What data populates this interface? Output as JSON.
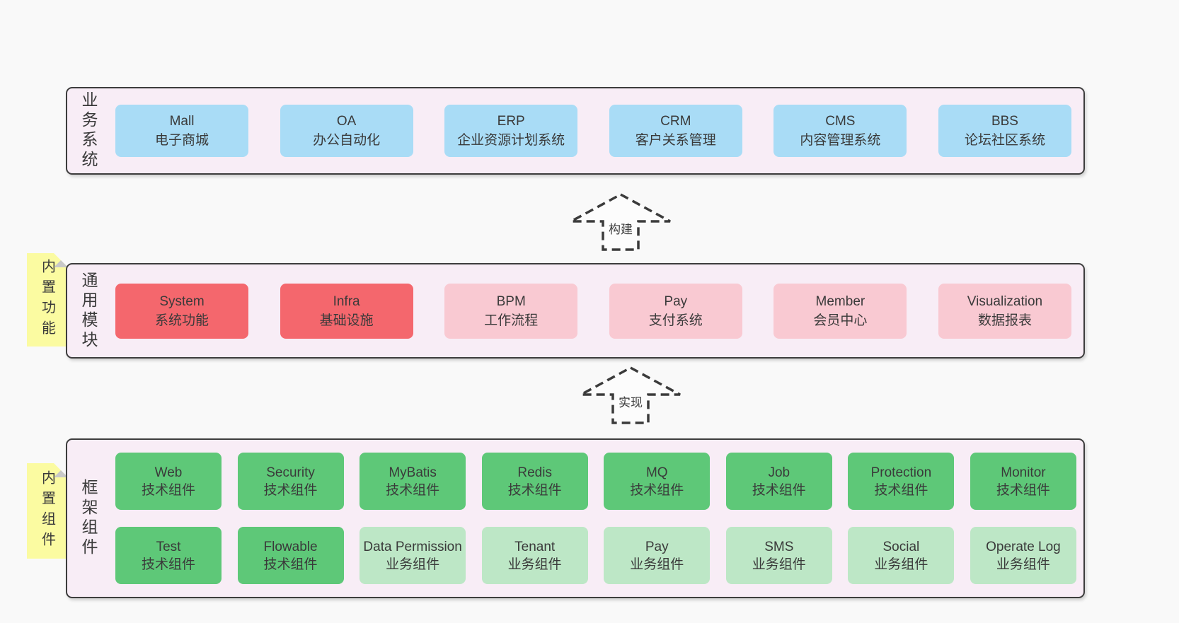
{
  "colors": {
    "page_bg": "#f9f9f9",
    "panel_bg": "#f8edf6",
    "panel_border": "#3d3d3d",
    "blue_box": "#a9dcf6",
    "red_box": "#f4676d",
    "pink_box": "#f9c9d2",
    "green_box": "#5ec878",
    "light_green_box": "#bde7c6",
    "note_bg": "#fbfba1",
    "note_fold": "#c8c8c8",
    "text": "#3a3a3a"
  },
  "arrows": [
    {
      "label": "构建"
    },
    {
      "label": "实现"
    }
  ],
  "layers": [
    {
      "label": "业务系统",
      "boxes": [
        {
          "name": "Mall",
          "desc": "电子商城"
        },
        {
          "name": "OA",
          "desc": "办公自动化"
        },
        {
          "name": "ERP",
          "desc": "企业资源计划系统"
        },
        {
          "name": "CRM",
          "desc": "客户关系管理"
        },
        {
          "name": "CMS",
          "desc": "内容管理系统"
        },
        {
          "name": "BBS",
          "desc": "论坛社区系统"
        }
      ]
    },
    {
      "label": "通用模块",
      "note": "内置功能",
      "boxes": [
        {
          "name": "System",
          "desc": "系统功能"
        },
        {
          "name": "Infra",
          "desc": "基础设施"
        },
        {
          "name": "BPM",
          "desc": "工作流程"
        },
        {
          "name": "Pay",
          "desc": "支付系统"
        },
        {
          "name": "Member",
          "desc": "会员中心"
        },
        {
          "name": "Visualization",
          "desc": "数据报表"
        }
      ]
    },
    {
      "label": "框架组件",
      "note": "内置组件",
      "rows": [
        [
          {
            "name": "Web",
            "desc": "技术组件"
          },
          {
            "name": "Security",
            "desc": "技术组件"
          },
          {
            "name": "MyBatis",
            "desc": "技术组件"
          },
          {
            "name": "Redis",
            "desc": "技术组件"
          },
          {
            "name": "MQ",
            "desc": "技术组件"
          },
          {
            "name": "Job",
            "desc": "技术组件"
          },
          {
            "name": "Protection",
            "desc": "技术组件"
          },
          {
            "name": "Monitor",
            "desc": "技术组件"
          }
        ],
        [
          {
            "name": "Test",
            "desc": "技术组件"
          },
          {
            "name": "Flowable",
            "desc": "技术组件"
          },
          {
            "name": "Data Permission",
            "desc": "业务组件"
          },
          {
            "name": "Tenant",
            "desc": "业务组件"
          },
          {
            "name": "Pay",
            "desc": "业务组件"
          },
          {
            "name": "SMS",
            "desc": "业务组件"
          },
          {
            "name": "Social",
            "desc": "业务组件"
          },
          {
            "name": "Operate Log",
            "desc": "业务组件"
          }
        ]
      ]
    }
  ]
}
